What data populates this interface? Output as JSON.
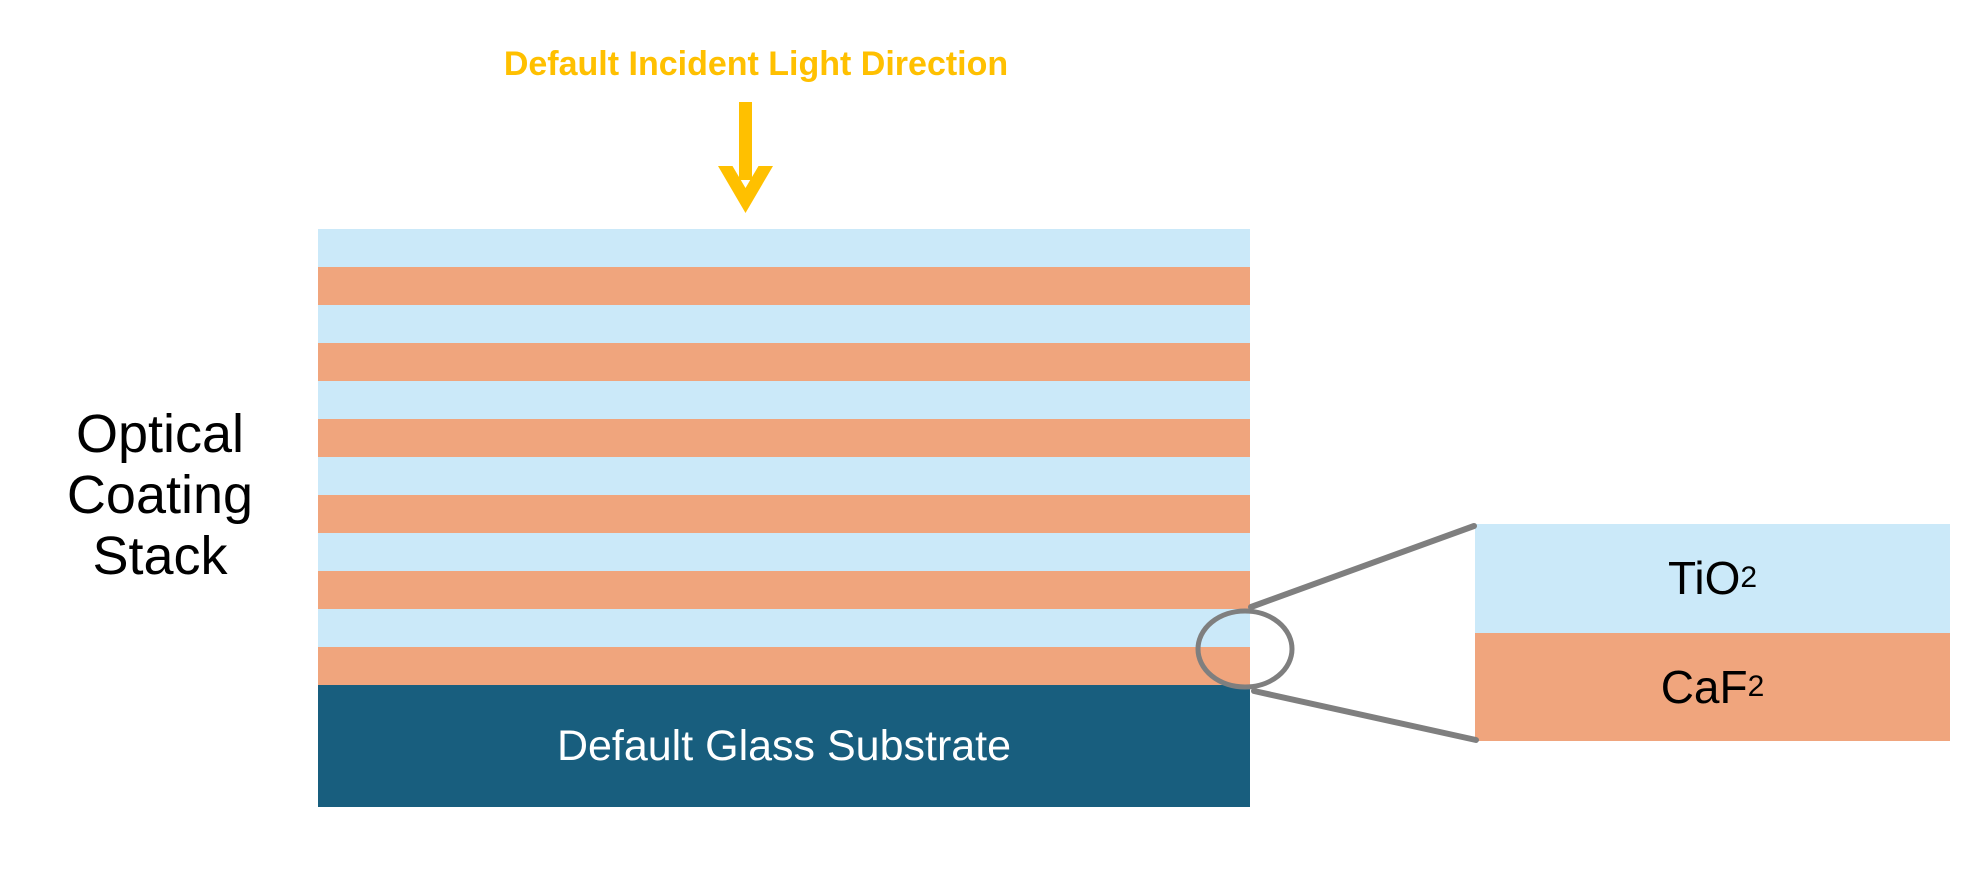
{
  "colors": {
    "tio2": "#CBE9F9",
    "caf2": "#F0A57D",
    "substrate": "#185E7E",
    "accent": "#FFC000",
    "outline": "#7F7F7F"
  },
  "incident_light": {
    "label": "Default Incident Light Direction",
    "arrow_icon": "down-arrow"
  },
  "stack_label": {
    "lines": [
      "Optical",
      "Coating",
      "Stack"
    ]
  },
  "stack": {
    "layers": [
      {
        "material": "TiO2"
      },
      {
        "material": "CaF2"
      },
      {
        "material": "TiO2"
      },
      {
        "material": "CaF2"
      },
      {
        "material": "TiO2"
      },
      {
        "material": "CaF2"
      },
      {
        "material": "TiO2"
      },
      {
        "material": "CaF2"
      },
      {
        "material": "TiO2"
      },
      {
        "material": "CaF2"
      },
      {
        "material": "TiO2"
      },
      {
        "material": "CaF2"
      }
    ]
  },
  "substrate": {
    "label": "Default Glass Substrate"
  },
  "callout": {
    "zoom_icon": "magnifier-circle",
    "layers": [
      {
        "material": "TiO2",
        "formula": "TiO",
        "subscript": "2"
      },
      {
        "material": "CaF2",
        "formula": "CaF",
        "subscript": "2"
      }
    ]
  }
}
